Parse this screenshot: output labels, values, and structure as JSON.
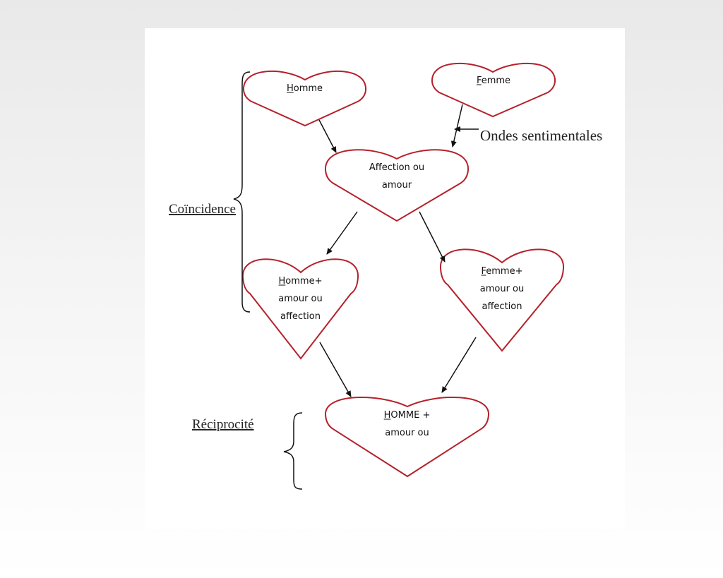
{
  "diagram": {
    "nodes": [
      {
        "id": "homme",
        "lines": [
          "Homme"
        ],
        "underline_first_letter": true
      },
      {
        "id": "femme",
        "lines": [
          "Femme"
        ],
        "underline_first_letter": true
      },
      {
        "id": "affection",
        "lines": [
          "Affection ou",
          "amour"
        ],
        "underline_first_letter": false
      },
      {
        "id": "homme-plus",
        "lines": [
          "Homme+",
          "amour ou",
          "affection"
        ],
        "underline_first_letter": true
      },
      {
        "id": "femme-plus",
        "lines": [
          "Femme+",
          "amour ou",
          "affection"
        ],
        "underline_first_letter": true
      },
      {
        "id": "homme-final",
        "lines": [
          "HOMME +",
          "amour ou"
        ],
        "underline_first_letter": true
      }
    ],
    "edges": [
      {
        "from": "homme",
        "to": "affection"
      },
      {
        "from": "femme",
        "to": "affection"
      },
      {
        "from": "affection",
        "to": "homme-plus"
      },
      {
        "from": "affection",
        "to": "femme-plus"
      },
      {
        "from": "homme-plus",
        "to": "homme-final"
      },
      {
        "from": "femme-plus",
        "to": "homme-final"
      }
    ],
    "annotations": {
      "ondes": "Ondes sentimentales",
      "coincidence": "Coïncidence",
      "reciprocite": "Réciprocité"
    },
    "colors": {
      "heart_stroke": "#b5212b",
      "arrow": "#111111"
    }
  }
}
